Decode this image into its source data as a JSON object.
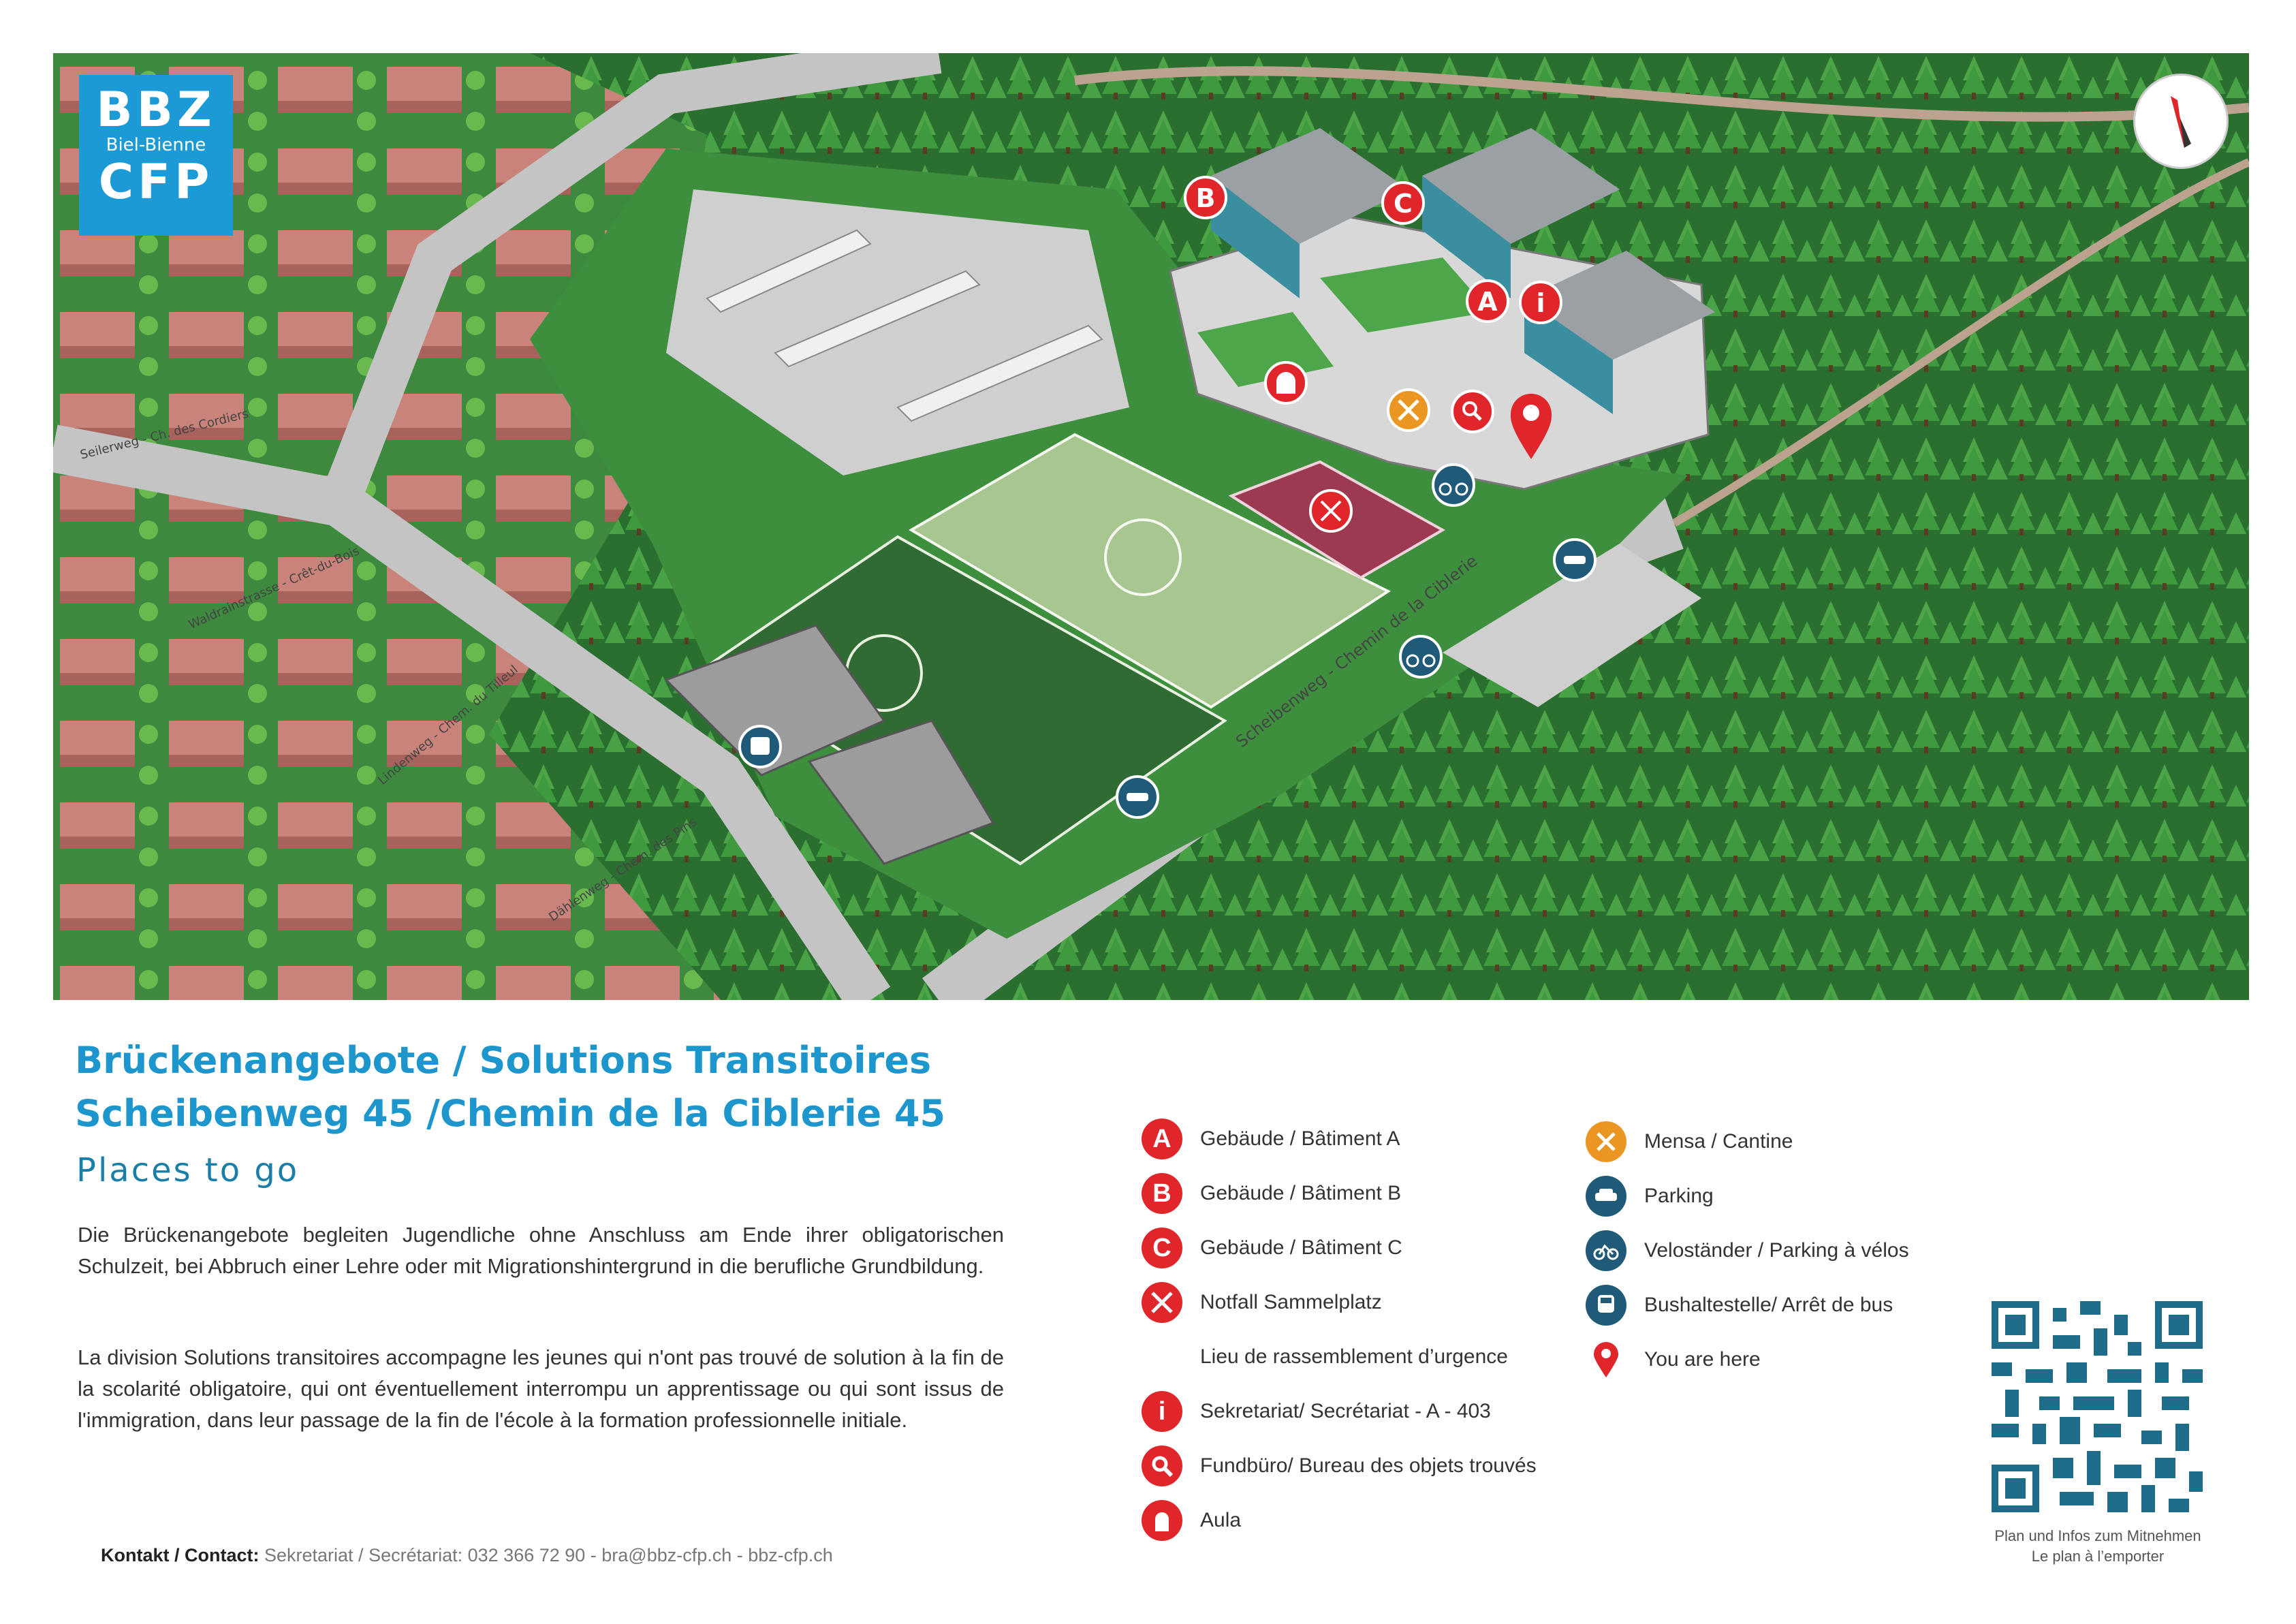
{
  "logo": {
    "line1": "BBZ",
    "line2": "Biel-Bienne",
    "line3": "CFP"
  },
  "map_labels": {
    "building_a": "A",
    "building_b": "B",
    "building_c": "C",
    "info": "i"
  },
  "streets": [
    "Seilerweg - Ch. des Cordiers",
    "Waldrainstrasse - Crêt-du-Bois",
    "Lindenweg - Chem. du Tilleul",
    "Dählenweg - Chem. des Pins",
    "Scheibenweg - Chemin de la Ciblerie"
  ],
  "title": {
    "line1": "Brückenangebote / Solutions Transitoires",
    "line2": "Scheibenweg 45 /Chemin de la Ciblerie 45"
  },
  "subtitle": "Places to go",
  "paragraphs": [
    "Die Brückenangebote begleiten Jugendliche ohne Anschluss am Ende ihrer obligatorischen Schulzeit, bei Abbruch einer Lehre oder mit Migrationshintergrund in die berufliche Grundbildung.",
    "La division Solutions transitoires accompagne les jeunes qui n'ont pas trouvé de solution à la fin de la scolarité obligatoire, qui ont éventuellement interrompu un apprentissage ou qui sont issus de l'immigration, dans leur passage de la fin de l'école à la formation professionnelle initiale."
  ],
  "contact": {
    "label": "Kontakt / Contact:",
    "text": " Sekretariat / Secrétariat: 032 366 72 90 - bra@bbz-cfp.ch  - bbz-cfp.ch"
  },
  "legend_left": [
    {
      "glyph": "A",
      "icon": "building-a-icon",
      "label": "Gebäude / Bâtiment A"
    },
    {
      "glyph": "B",
      "icon": "building-b-icon",
      "label": "Gebäude / Bâtiment B"
    },
    {
      "glyph": "C",
      "icon": "building-c-icon",
      "label": "Gebäude / Bâtiment C"
    },
    {
      "glyph": "",
      "icon": "assembly-point-icon",
      "label": "Notfall Sammelplatz"
    },
    {
      "glyph": "",
      "icon": "none",
      "label": "Lieu de rassemblement d’urgence"
    },
    {
      "glyph": "i",
      "icon": "info-icon",
      "label": "Sekretariat/ Secrétariat - A - 403"
    },
    {
      "glyph": "",
      "icon": "search-icon",
      "label": "Fundbüro/ Bureau des objets trouvés"
    },
    {
      "glyph": "",
      "icon": "aula-icon",
      "label": "Aula"
    }
  ],
  "legend_right": [
    {
      "icon": "cutlery-icon",
      "label": "Mensa / Cantine"
    },
    {
      "icon": "car-icon",
      "label": "Parking"
    },
    {
      "icon": "bicycle-icon",
      "label": "Veloständer / Parking à vélos"
    },
    {
      "icon": "bus-icon",
      "label": "Bushaltestelle/ Arrêt de bus"
    },
    {
      "icon": "location-pin-icon",
      "label": "You are here"
    }
  ],
  "qr_caption": {
    "line1": "Plan und Infos zum Mitnehmen",
    "line2": "Le plan à l’emporter"
  },
  "colors": {
    "accent_blue": "#1c96cc",
    "marker_red": "#e0262b",
    "marker_orange": "#eb9623",
    "marker_teal": "#1f5a78",
    "forest_green": "#2f7a34",
    "house_roof": "#c9837b"
  }
}
